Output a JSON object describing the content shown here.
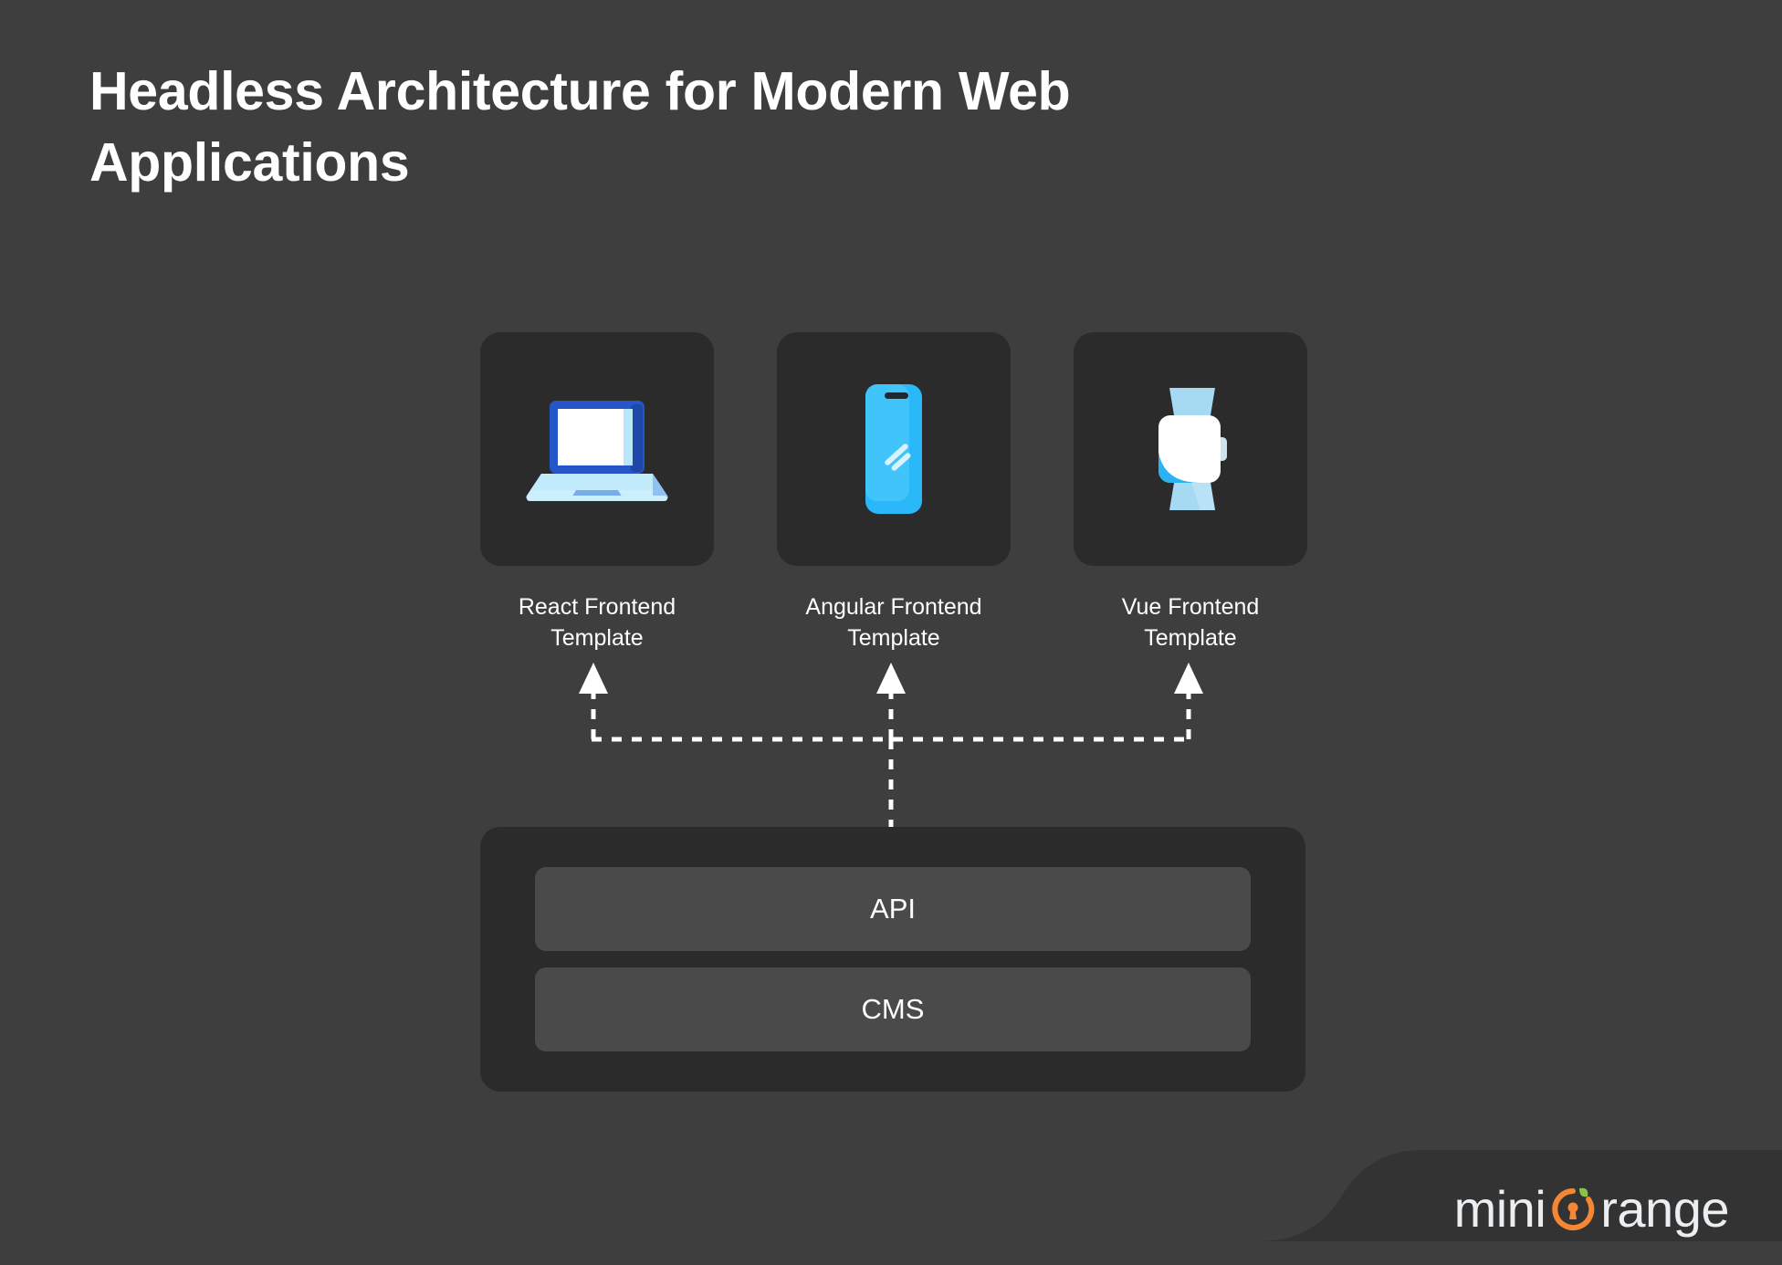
{
  "slide": {
    "background_color": "#3e3e3e",
    "title": "Headless Architecture for Modern Web Applications"
  },
  "frontends": [
    {
      "label": "React Frontend Template",
      "icon": "laptop-icon"
    },
    {
      "label": "Angular Frontend Template",
      "icon": "smartphone-icon"
    },
    {
      "label": "Vue Frontend Template",
      "icon": "smartwatch-icon"
    }
  ],
  "backend": {
    "layers": [
      {
        "label": "API"
      },
      {
        "label": "CMS"
      }
    ]
  },
  "connectors": {
    "style": "dashed",
    "color": "#ffffff",
    "arrow_direction": "up",
    "description": "Dashed bus from backend API up to the three frontend templates"
  },
  "brand": {
    "prefix": "mini",
    "suffix": "range",
    "mark": "orange-lock-icon",
    "orange_color": "#f58634",
    "leaf_color": "#8bc34a",
    "text_color": "#eceff1"
  },
  "colors": {
    "background": "#3e3e3e",
    "tile": "#2b2b2b",
    "panel": "#2b2b2b",
    "layer_box": "#4a4a4a",
    "footer_band": "#333333",
    "laptop_blue": "#2456c8",
    "laptop_base": "#bfe6fb",
    "phone_blue": "#29b6f6",
    "watch_strap": "#a6d9f2",
    "watch_accent": "#29aef0"
  }
}
